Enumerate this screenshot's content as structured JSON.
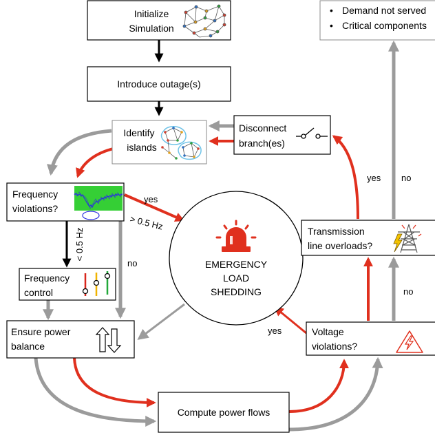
{
  "nodes": {
    "initialize": {
      "line1": "Initialize",
      "line2": "Simulation",
      "icon": "network-icon"
    },
    "outage": {
      "label": "Introduce outage(s)"
    },
    "identify": {
      "line1": "Identify",
      "line2": "islands",
      "icon": "islands-network-icon"
    },
    "disconnect": {
      "line1": "Disconnect",
      "line2": "branch(es)",
      "icon": "open-switch-icon"
    },
    "outputs": {
      "items": [
        "Demand not served",
        "Critical components"
      ]
    },
    "freq_violations": {
      "line1": "Frequency",
      "line2": "violations?",
      "icon": "frequency-plot-icon"
    },
    "freq_control": {
      "line1": "Frequency",
      "line2": "control",
      "icon": "sliders-icon"
    },
    "power_balance": {
      "line1": "Ensure power",
      "line2": "balance",
      "icon": "up-down-arrows-icon"
    },
    "load_shedding": {
      "line1": "EMERGENCY",
      "line2": "LOAD",
      "line3": "SHEDDING",
      "icon": "siren-icon"
    },
    "transmission": {
      "line1": "Transmission",
      "line2": "line overloads?",
      "icon": "transmission-tower-icon"
    },
    "voltage": {
      "line1": "Voltage",
      "line2": "violations?",
      "icon": "high-voltage-warning-icon"
    },
    "power_flows": {
      "label": "Compute power flows"
    }
  },
  "edge_labels": {
    "freq_yes": "yes",
    "freq_gt": "> 0.5 Hz",
    "freq_lt": "< 0.5 Hz",
    "freq_no": "no",
    "voltage_yes": "yes",
    "voltage_no": "no",
    "transmission_yes": "yes",
    "transmission_no": "no"
  },
  "colors": {
    "yes_arrow": "#e0301e",
    "no_arrow": "#9b9b9b",
    "flow_arrow": "#000000",
    "plot_bg": "#35cf35",
    "plot_line": "#2a2ee0"
  }
}
